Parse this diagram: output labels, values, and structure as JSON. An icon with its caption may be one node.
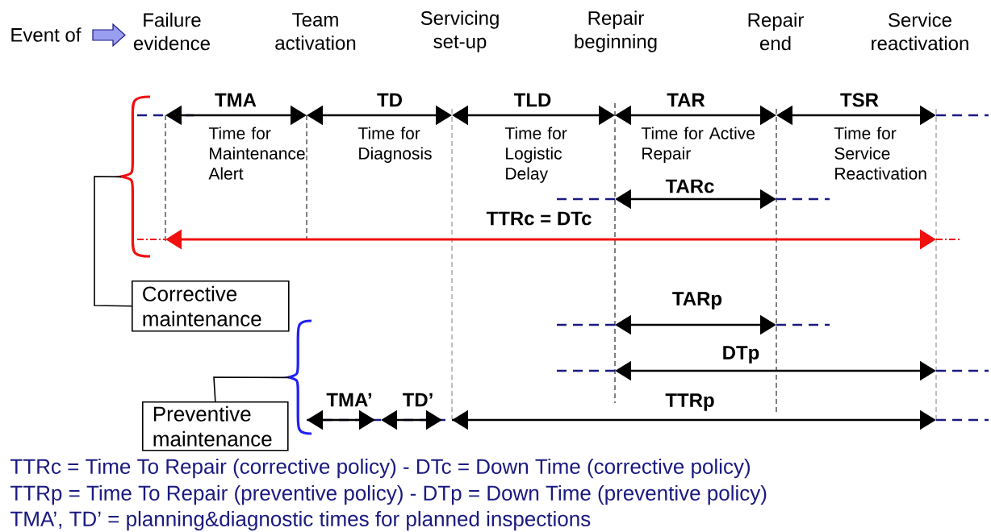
{
  "diagram": {
    "nodes": [
      {
        "text": [],
        "shape": "brace"
      },
      {
        "text": [
          "Corrective maintenance"
        ]
      },
      {
        "text": [],
        "shape": "brace"
      },
      {
        "text": [
          "Preventive maintenance"
        ]
      }
    ],
    "edges": [
      {
        "from": 1,
        "to": 0,
        "arrow": "none"
      },
      {
        "from": 3,
        "to": 2,
        "arrow": "none"
      }
    ],
    "labels": [
      "Event of",
      "Failure evidence",
      "Team activation",
      "Servicing set-up",
      "Repair beginning",
      "Repair end",
      "Service reactivation",
      "TMA",
      "TD",
      "TLD",
      "TAR",
      "TSR",
      "Time for Maintenance Alert",
      "Time for Diagnosis",
      "Time for Logistic Delay",
      "Time for Active Repair",
      "Time for Service Reactivation",
      "TARc",
      "TTRc = DTc",
      "TARp",
      "DTp",
      "TMA’",
      "TD’",
      "TTRp",
      "TTRc = Time To Repair (corrective policy)   -  DTc = Down Time (corrective policy)",
      "TTRp = Time To Repair (preventive policy)  -  DTp = Down Time (preventive policy)",
      "TMA’, TD’ = planning&diagnostic times for planned inspections"
    ]
  }
}
